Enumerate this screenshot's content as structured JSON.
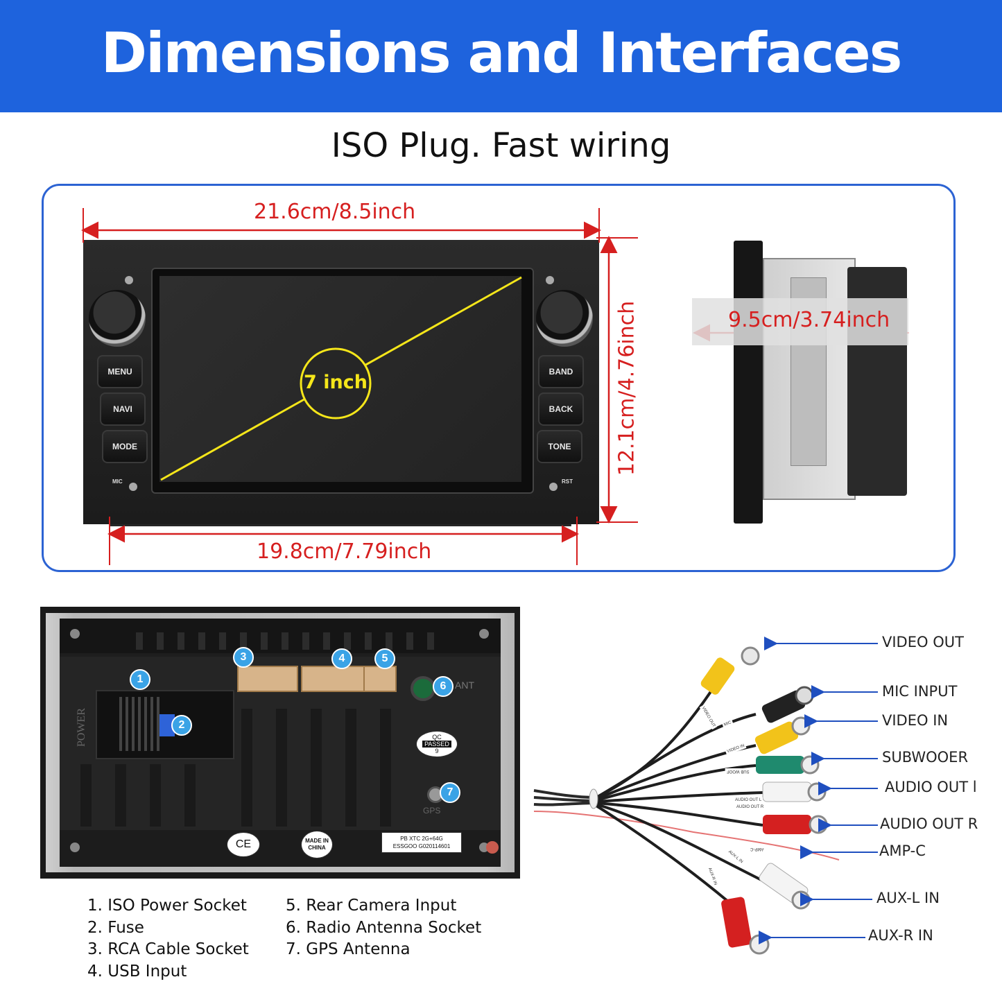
{
  "banner": {
    "title": "Dimensions and Interfaces",
    "color": "#1e63dd"
  },
  "subtitle": "ISO Plug. Fast wiring",
  "front_view": {
    "width_label": "21.6cm/8.5inch",
    "height_label": "12.1cm/4.76inch",
    "bottom_width_label": "19.8cm/7.79inch",
    "screen_size_label": "7 inch",
    "left_buttons": [
      "MENU",
      "NAVI",
      "MODE"
    ],
    "right_buttons": [
      "BAND",
      "BACK",
      "TONE"
    ],
    "mic_label": "MIC",
    "rst_label": "RST"
  },
  "side_view": {
    "depth_label": "9.5cm/3.74inch"
  },
  "back_panel": {
    "badges": [
      "1",
      "2",
      "3",
      "4",
      "5",
      "6",
      "7"
    ],
    "power_text": "POWER",
    "ant_text": "ANT",
    "gps_text": "GPS",
    "qc_top": "QC",
    "qc_mid": "PASSED",
    "qc_bottom": "9",
    "ce_text": "CE",
    "made_in_line1": "MADE IN",
    "made_in_line2": "CHINA",
    "spec_line1": "PB  XTC  2G+64G",
    "spec_line2": "ESSGOO G020114601"
  },
  "legend": {
    "col1": [
      "1. ISO Power Socket",
      "2. Fuse",
      "3. RCA Cable Socket",
      "4. USB Input"
    ],
    "col2": [
      "5. Rear Camera Input",
      "6. Radio Antenna Socket",
      "7. GPS Antenna"
    ]
  },
  "cables": {
    "labels": [
      "VIDEO OUT",
      "MIC INPUT",
      "VIDEO IN",
      "SUBWOOER",
      "AUDIO OUT l",
      "AUDIO OUT R",
      "AMP-C",
      "AUX-L IN",
      "AUX-R IN"
    ],
    "tags": [
      "VIDEO OUT",
      "MIC",
      "VIDEO IN",
      "SUB WOOF",
      "AUDIO OUT L",
      "AUDIO OUT R",
      "AMP-C",
      "AUX-L IN",
      "AUX-R IN"
    ],
    "colors": [
      "#f2c31a",
      "#222222",
      "#f2c31a",
      "#1f8a6e",
      "#f4f4f4",
      "#d42020",
      "#e86a6a",
      "#f4f4f4",
      "#d42020"
    ]
  },
  "accent_colors": {
    "dimension": "#d61f1f",
    "frame": "#2c63d3",
    "arrow": "#1f4fbf",
    "screen_diagonal": "#f5e61a"
  }
}
